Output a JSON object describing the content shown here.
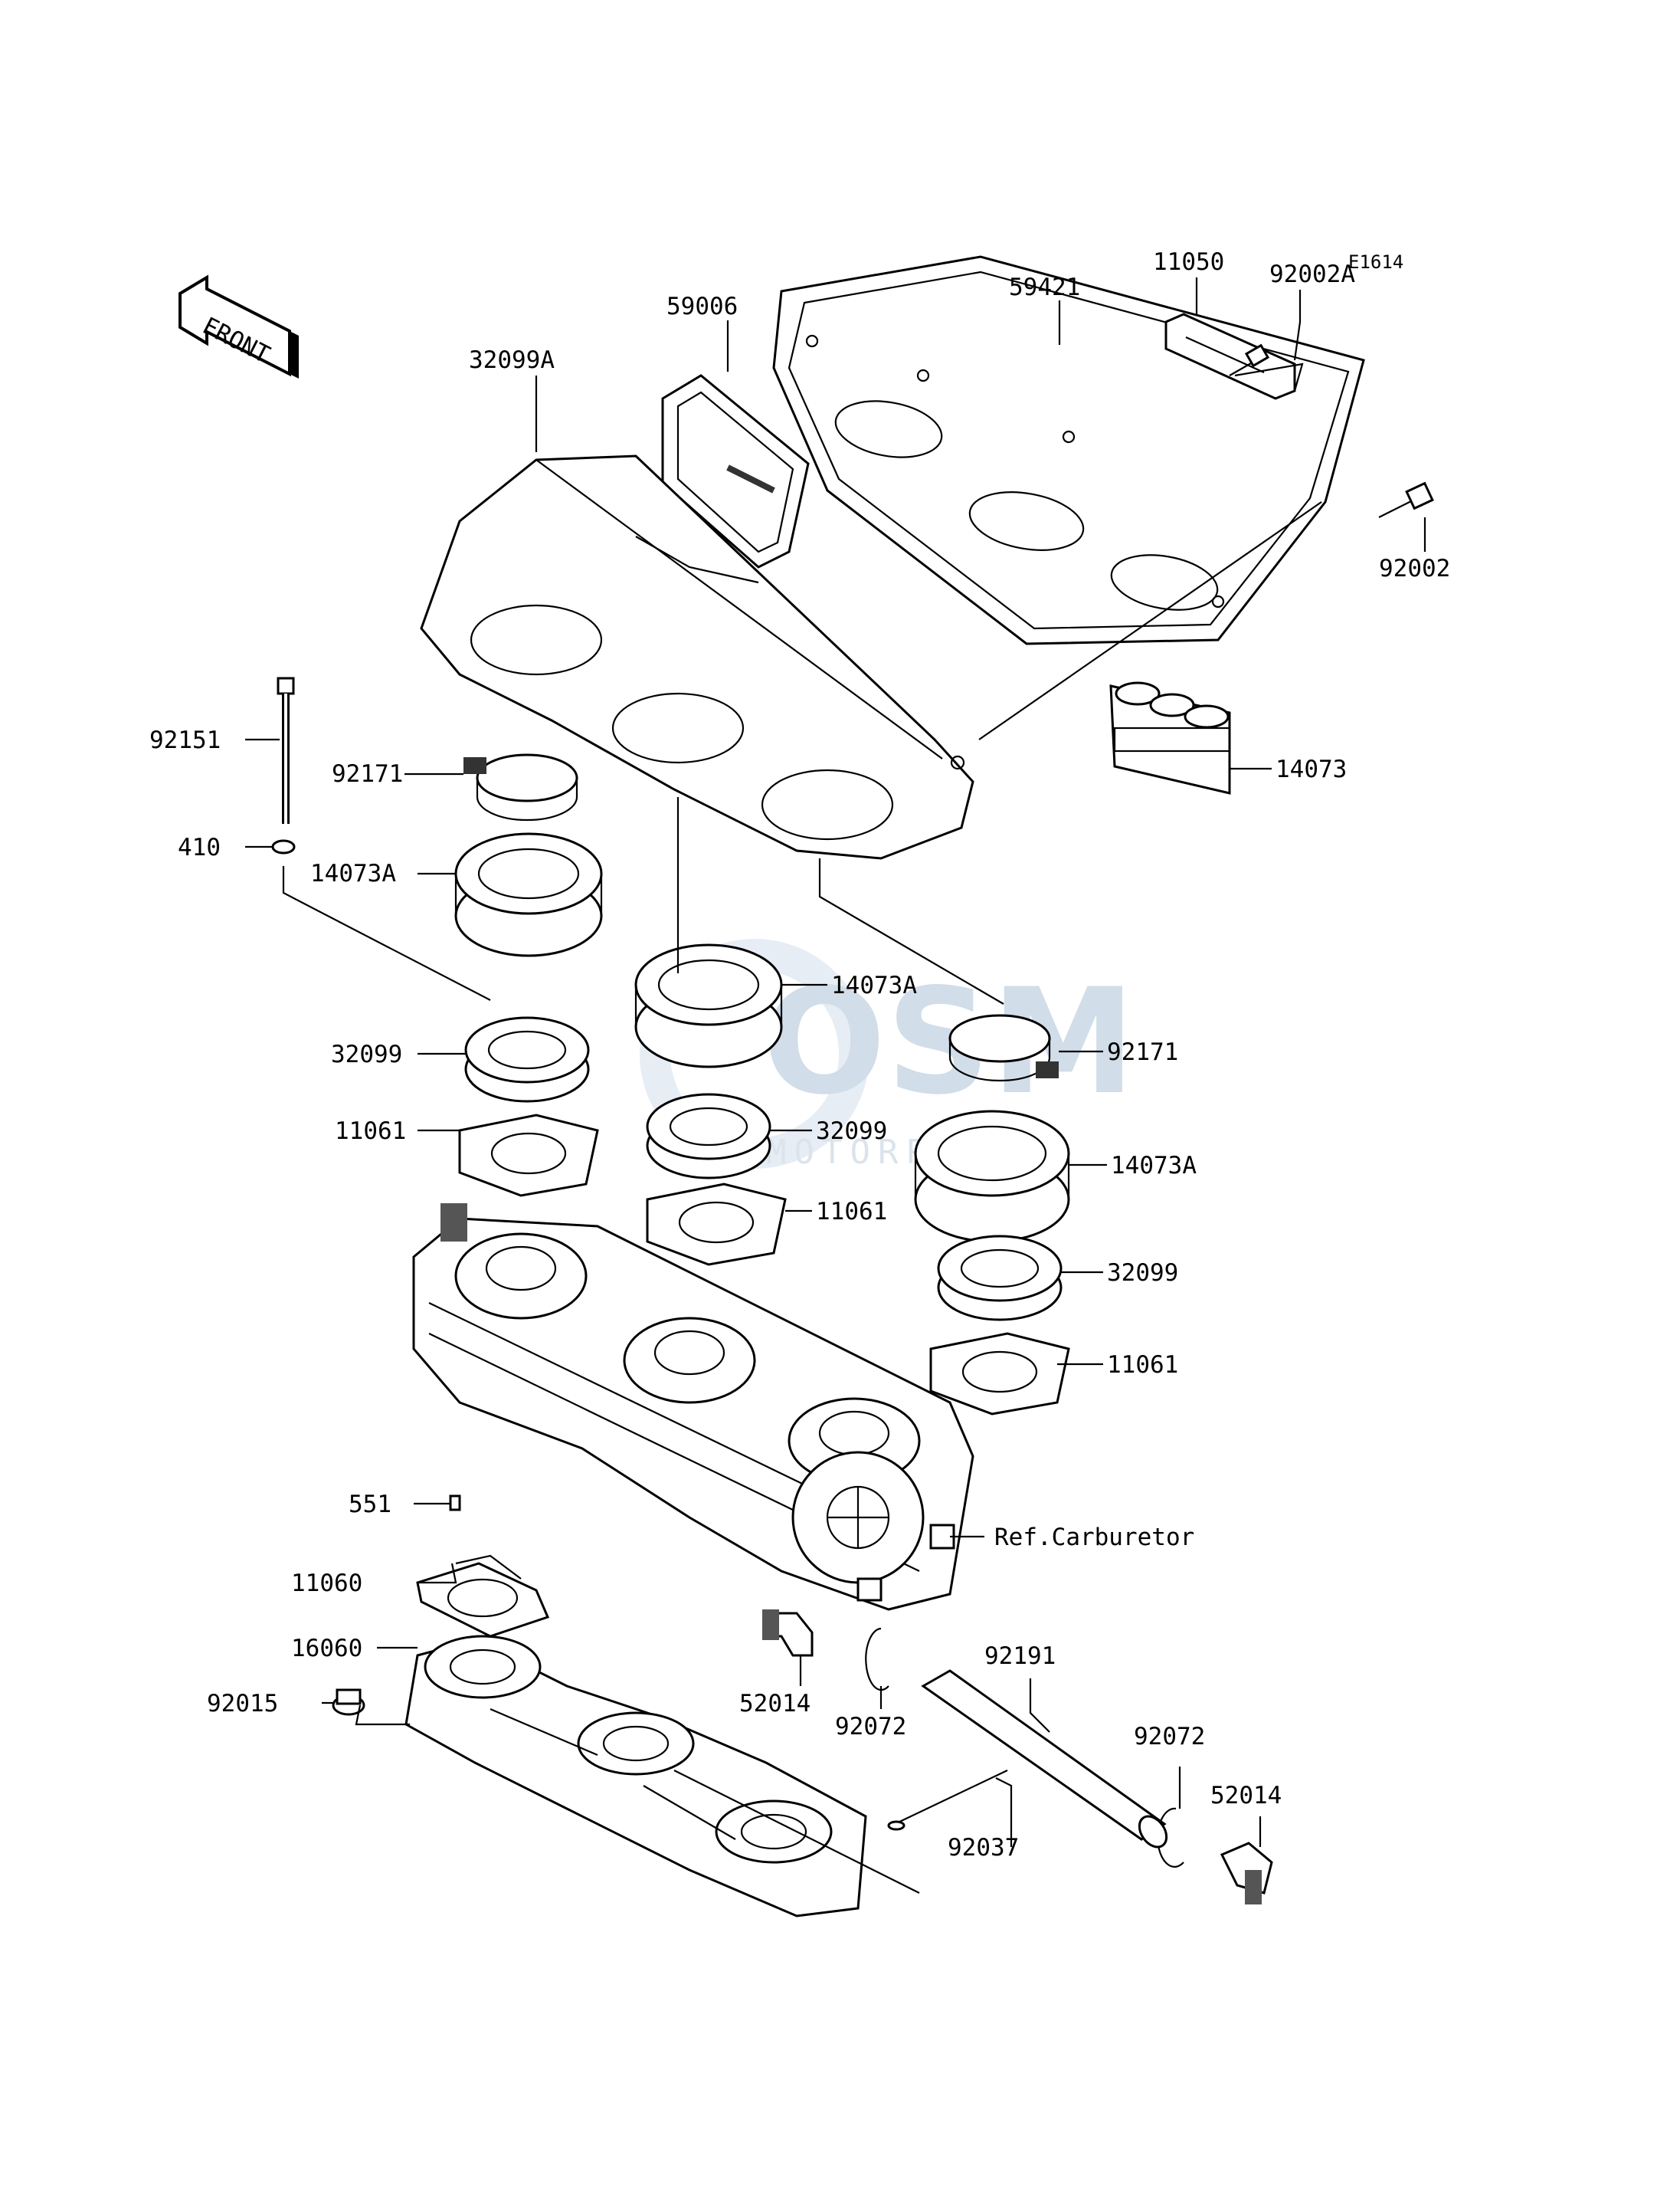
{
  "diagram": {
    "code": "E1614",
    "front_label": "FRONT",
    "watermark": {
      "title": "OSM",
      "subtitle": "MOTORPARTS"
    },
    "parts": {
      "p59006": "59006",
      "p59421": "59421",
      "p11050": "11050",
      "p92002A": "92002A",
      "p32099A": "32099A",
      "p92002": "92002",
      "p92151": "92151",
      "p92171_left": "92171",
      "p14073": "14073",
      "p410": "410",
      "p14073A_left": "14073A",
      "p14073A_mid": "14073A",
      "p92171_right": "92171",
      "p32099_left": "32099",
      "p11061_left": "11061",
      "p32099_mid": "32099",
      "p14073A_right": "14073A",
      "p11061_mid": "11061",
      "p32099_right": "32099",
      "p11061_right": "11061",
      "ref_carburetor": "Ref.Carburetor",
      "p551": "551",
      "p11060": "11060",
      "p16060": "16060",
      "p92191": "92191",
      "p52014_left": "52014",
      "p92015": "92015",
      "p92072_left": "92072",
      "p92072_right": "92072",
      "p52014_right": "52014",
      "p92037": "92037"
    }
  }
}
